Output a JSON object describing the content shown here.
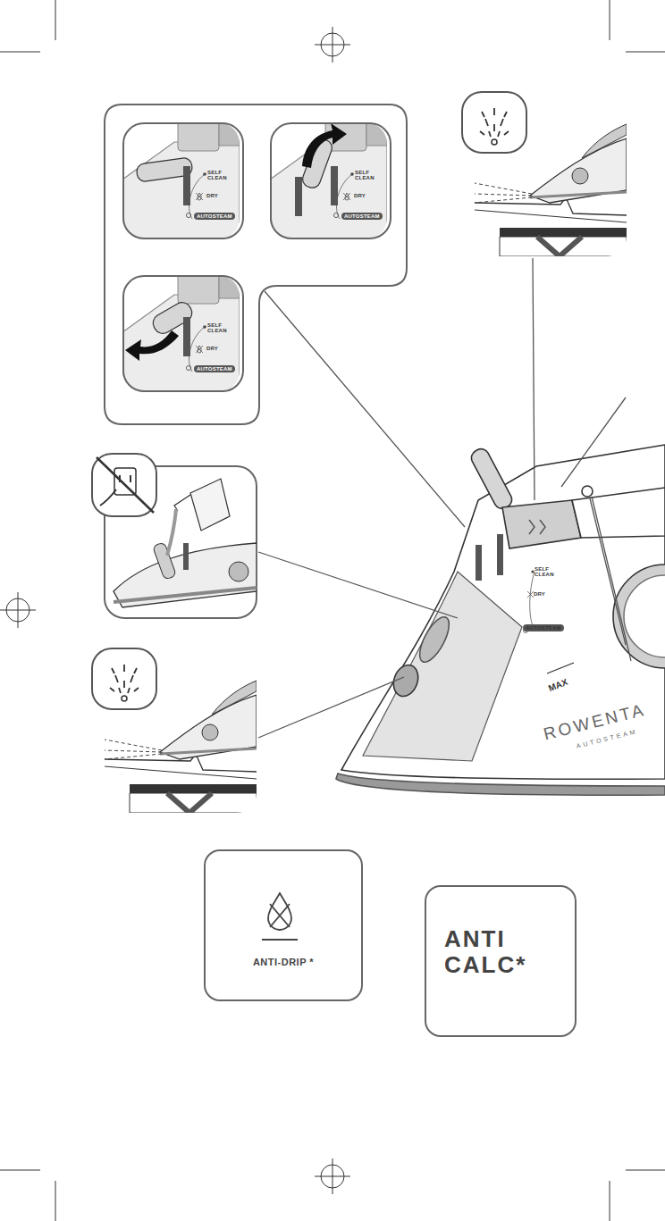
{
  "diagram": {
    "nodes": [
      {
        "text": [
          "SELF CLEAN",
          "DRY",
          "AUTOSTEAM"
        ]
      },
      {
        "text": [
          "SELF CLEAN",
          "DRY",
          "AUTOSTEAM"
        ]
      },
      {
        "text": [
          "SELF CLEAN",
          "DRY",
          "AUTOSTEAM"
        ]
      },
      {
        "text": [
          "ANTI-DRIP *"
        ]
      },
      {
        "text": [
          "ANTI CALC*"
        ]
      }
    ],
    "labels": [
      "SELF CLEAN",
      "DRY",
      "AUTOSTEAM",
      "MAX",
      "ROWENTA",
      "AUTOSTEAM"
    ]
  }
}
